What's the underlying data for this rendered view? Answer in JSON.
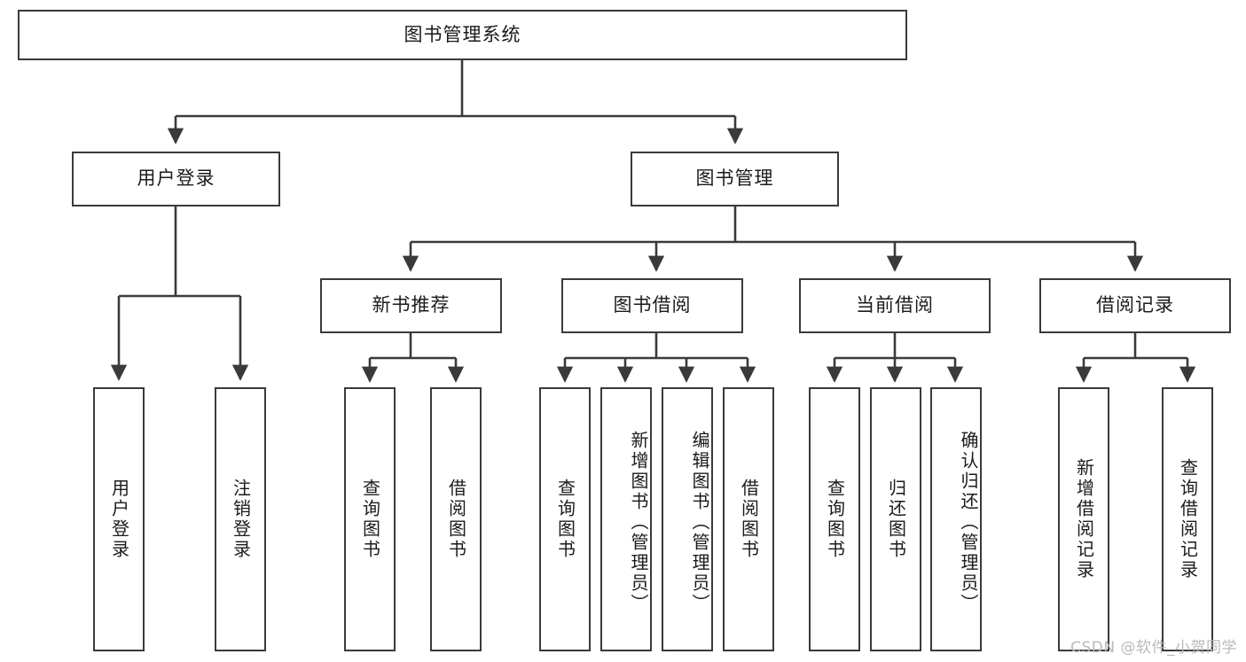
{
  "diagram": {
    "type": "tree-hierarchy",
    "title": "图书管理系统",
    "root": {
      "label": "图书管理系统"
    },
    "level2": [
      {
        "id": "user-login",
        "label": "用户登录"
      },
      {
        "id": "book-management",
        "label": "图书管理"
      }
    ],
    "level3": [
      {
        "id": "new-book-recommend",
        "label": "新书推荐",
        "parent": "book-management"
      },
      {
        "id": "book-borrow",
        "label": "图书借阅",
        "parent": "book-management"
      },
      {
        "id": "current-borrow",
        "label": "当前借阅",
        "parent": "book-management"
      },
      {
        "id": "borrow-record",
        "label": "借阅记录",
        "parent": "book-management"
      }
    ],
    "leaves": {
      "user-login": [
        {
          "id": "leaf-user-login",
          "label": "用户登录"
        },
        {
          "id": "leaf-user-logout",
          "label": "注销登录"
        }
      ],
      "new-book-recommend": [
        {
          "id": "leaf-query-book-1",
          "label": "查询图书"
        },
        {
          "id": "leaf-borrow-book-1",
          "label": "借阅图书"
        }
      ],
      "book-borrow": [
        {
          "id": "leaf-query-book-2",
          "label": "查询图书"
        },
        {
          "id": "leaf-add-book",
          "label": "新增图书（管理员）"
        },
        {
          "id": "leaf-edit-book",
          "label": "编辑图书（管理员）"
        },
        {
          "id": "leaf-borrow-book-2",
          "label": "借阅图书"
        }
      ],
      "current-borrow": [
        {
          "id": "leaf-query-book-3",
          "label": "查询图书"
        },
        {
          "id": "leaf-return-book",
          "label": "归还图书"
        },
        {
          "id": "leaf-confirm-return",
          "label": "确认归还（管理员）"
        }
      ],
      "borrow-record": [
        {
          "id": "leaf-add-record",
          "label": "新增借阅记录"
        },
        {
          "id": "leaf-query-record",
          "label": "查询借阅记录"
        }
      ]
    },
    "colors": {
      "box_border": "#3a3a3a",
      "box_fill": "#ffffff",
      "connector": "#3a3a3a",
      "text": "#1b1b1b",
      "watermark": "#b9b9b9",
      "background": "#ffffff"
    }
  },
  "watermark": {
    "text": "CSDN @软件_小贺同学"
  }
}
